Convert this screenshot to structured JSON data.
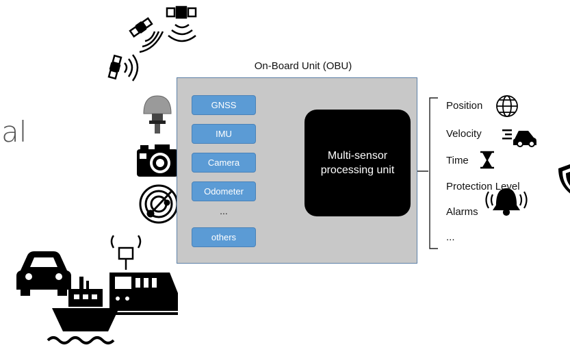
{
  "page": {
    "title_fragment": "al"
  },
  "obu": {
    "title": "On-Board Unit (OBU)",
    "sensors": [
      "GNSS",
      "IMU",
      "Camera",
      "Odometer",
      "others"
    ],
    "sensors_ellipsis": "...",
    "processor": {
      "line1": "Multi-sensor",
      "line2": "processing unit"
    }
  },
  "outputs": {
    "items": [
      "Position",
      "Velocity",
      "Time",
      "Protection Level",
      "Alarms"
    ],
    "ellipsis": "..."
  },
  "icons": {
    "left_side": [
      "satellite-icon",
      "gnss-antenna-icon",
      "camera-icon",
      "radar-icon"
    ],
    "vehicles": [
      "car-icon",
      "ship-icon",
      "train-icon"
    ],
    "outputs": [
      "globe-icon",
      "speeding-car-icon",
      "hourglass-icon",
      "shield-icon",
      "alarm-bell-icon"
    ]
  },
  "colors": {
    "sensor_box": "#5b9bd5",
    "obu_bg": "#c8c8c8",
    "processor": "#000000"
  }
}
